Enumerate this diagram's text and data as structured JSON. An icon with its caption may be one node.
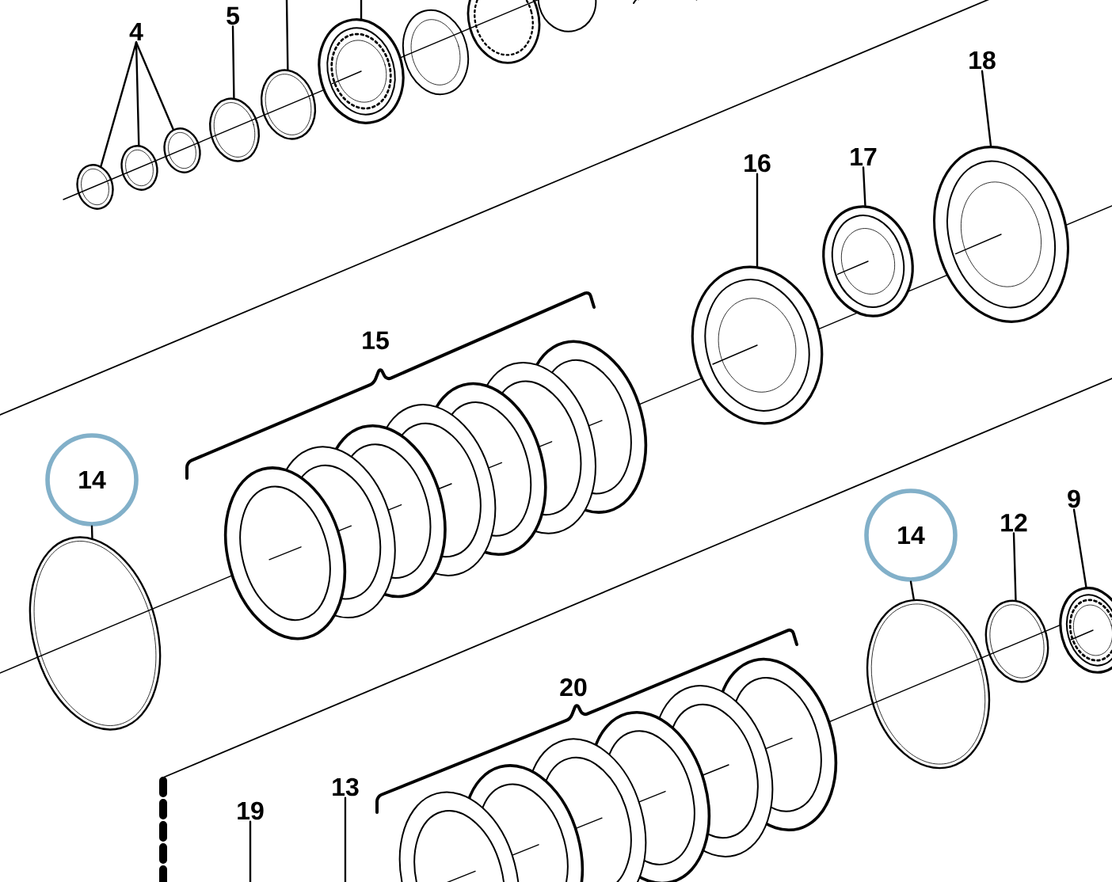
{
  "diagram": {
    "nodes": [
      {
        "text": [
          "4"
        ]
      },
      {
        "text": [],
        "shape": "circle"
      },
      {
        "text": [],
        "shape": "circle"
      },
      {
        "text": [],
        "shape": "circle"
      },
      {
        "text": [
          "5"
        ]
      },
      {
        "text": [],
        "shape": "circle"
      },
      {
        "text": [],
        "shape": "circle"
      },
      {
        "text": [],
        "shape": "picture"
      },
      {
        "text": [
          "18"
        ]
      },
      {
        "text": [],
        "shape": "picture"
      },
      {
        "text": [
          "16"
        ]
      },
      {
        "text": [],
        "shape": "picture"
      },
      {
        "text": [
          "17"
        ]
      },
      {
        "text": [],
        "shape": "picture"
      },
      {
        "text": [
          "14"
        ]
      },
      {
        "text": [],
        "shape": "circle"
      },
      {
        "text": [
          "14"
        ]
      },
      {
        "text": [],
        "shape": "circle"
      },
      {
        "text": [
          "12"
        ]
      },
      {
        "text": [],
        "shape": "circle"
      },
      {
        "text": [
          "9"
        ]
      },
      {
        "text": [],
        "shape": "picture"
      },
      {
        "text": [
          "19"
        ]
      },
      {
        "text": [
          "13"
        ]
      }
    ],
    "edges": [
      {
        "from": 0,
        "to": 1,
        "arrow": "none"
      },
      {
        "from": 0,
        "to": 2,
        "arrow": "none"
      },
      {
        "from": 0,
        "to": 3,
        "arrow": "none"
      },
      {
        "from": 4,
        "to": 5,
        "arrow": "none"
      },
      {
        "from": null,
        "to": 6,
        "arrow": "none"
      },
      {
        "from": null,
        "to": 7,
        "arrow": "none"
      },
      {
        "from": 8,
        "to": 9,
        "arrow": "none"
      },
      {
        "from": 10,
        "to": 11,
        "arrow": "none"
      },
      {
        "from": 12,
        "to": 13,
        "arrow": "none"
      },
      {
        "from": 14,
        "to": 15,
        "arrow": "none"
      },
      {
        "from": 16,
        "to": 17,
        "arrow": "none"
      },
      {
        "from": 18,
        "to": 19,
        "arrow": "none"
      },
      {
        "from": 20,
        "to": 21,
        "arrow": "none"
      },
      {
        "from": 22,
        "to": null,
        "arrow": "none"
      },
      {
        "from": 23,
        "to": null,
        "arrow": "none"
      }
    ],
    "labels": [
      "15",
      "20"
    ]
  }
}
